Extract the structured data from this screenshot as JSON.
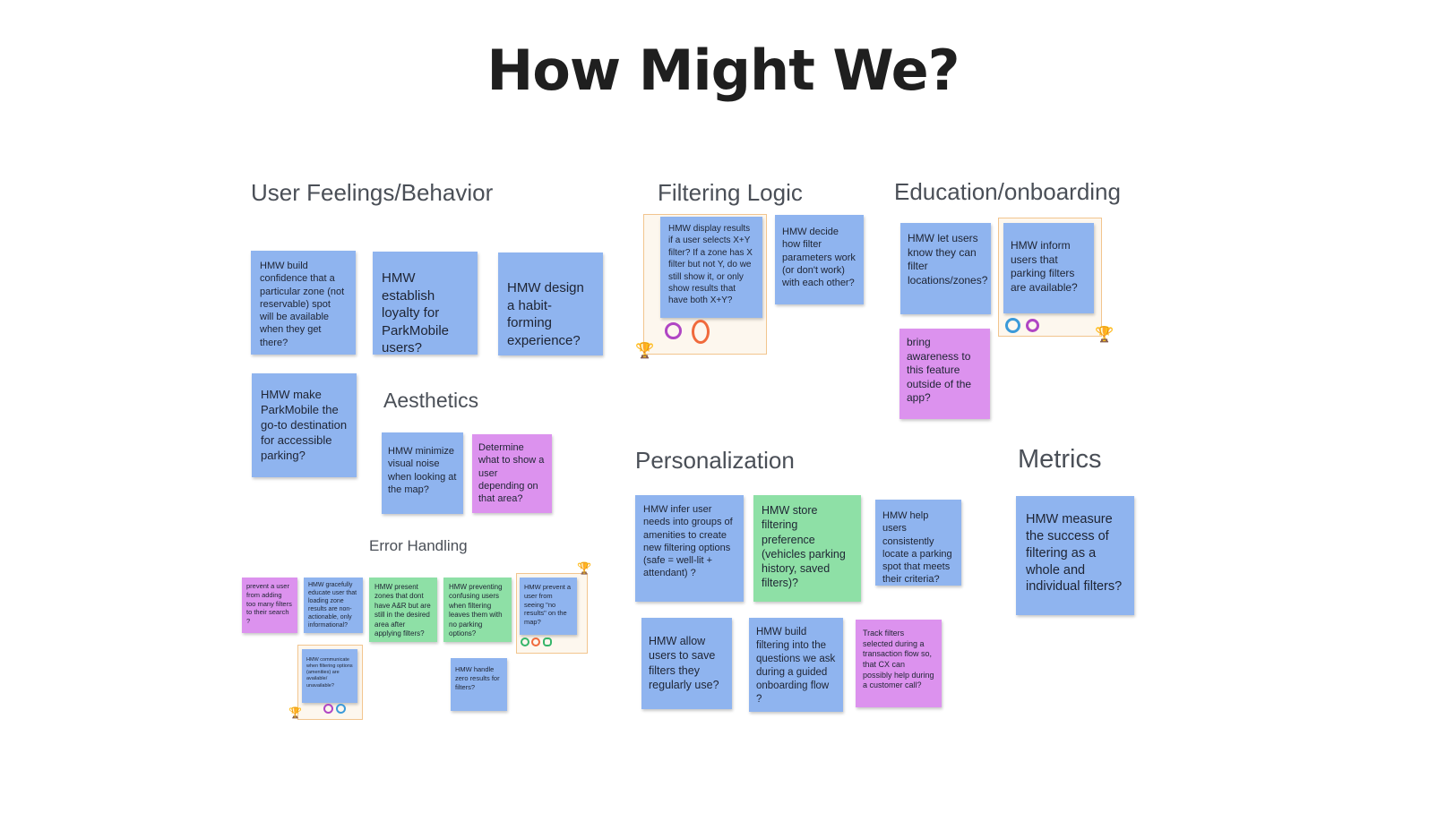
{
  "title": "How Might We?",
  "sections": {
    "user_feelings": "User Feelings/Behavior",
    "aesthetics": "Aesthetics",
    "error_handling": "Error Handling",
    "filtering_logic": "Filtering Logic",
    "education": "Education/onboarding",
    "personalization": "Personalization",
    "metrics": "Metrics"
  },
  "notes": {
    "uf1": "HMW build confidence that a particular zone (not reservable) spot will be available when they get there?",
    "uf2": "HMW establish loyalty for ParkMobile users?",
    "uf3": "HMW design a habit-forming experience?",
    "uf4": "HMW make ParkMobile the go-to destination for accessible parking?",
    "ae1": "HMW minimize visual noise when looking at the map?",
    "ae2": "Determine what to show a user depending on that area?",
    "eh1": "prevent a user from adding too many filters to their search ?",
    "eh2": "HMW gracefully educate user that loading zone results are non-actionable, only informational?",
    "eh3": "HMW present zones that dont have A&R but are still in the desired area after applying filters?",
    "eh4": "HMW preventing confusing users when filtering leaves them with no parking options?",
    "eh5": "HMW prevent a user from seeing \"no results\" on the map?",
    "eh6": "HMW communicate when filtering options (amenities) are available/ unavailable?",
    "eh7": "HMW handle zero results for filters?",
    "fl1": "HMW display results if a user selects X+Y filter? If a zone has X filter but not Y, do we still show it, or only show results that have both X+Y?",
    "fl2": "HMW decide how filter parameters work (or don't work) with each other?",
    "ed1": "HMW let users know they can filter locations/zones?",
    "ed2": "HMW inform users that parking filters are available?",
    "ed3": "bring awareness to this feature outside of the app?",
    "p1": "HMW infer user needs into groups of amenities to create new filtering options (safe = well-lit + attendant) ?",
    "p2": "HMW store filtering preference (vehicles parking history, saved filters)?",
    "p3": "HMW help users consistently locate a parking spot that meets their criteria?",
    "p4": "HMW allow users to save filters they regularly use?",
    "p5": "HMW build filtering into the questions we ask during a guided onboarding flow ?",
    "p6": "Track filters selected during a transaction flow so, that CX can possibly help during a customer call?",
    "m1": "HMW measure the success of filtering as a whole and individual filters?"
  },
  "colors": {
    "blue_note": "#8fb4ef",
    "pink_note": "#dc92ee",
    "green_note": "#8ee0a6",
    "frame_border": "#f2c58e",
    "vote_purple": "#b046c4",
    "vote_orange": "#f06a3c",
    "vote_blue": "#3b9ad9",
    "vote_green": "#35b56a",
    "trophy": "#d09a19"
  },
  "icons": {
    "trophy": "🏆"
  }
}
